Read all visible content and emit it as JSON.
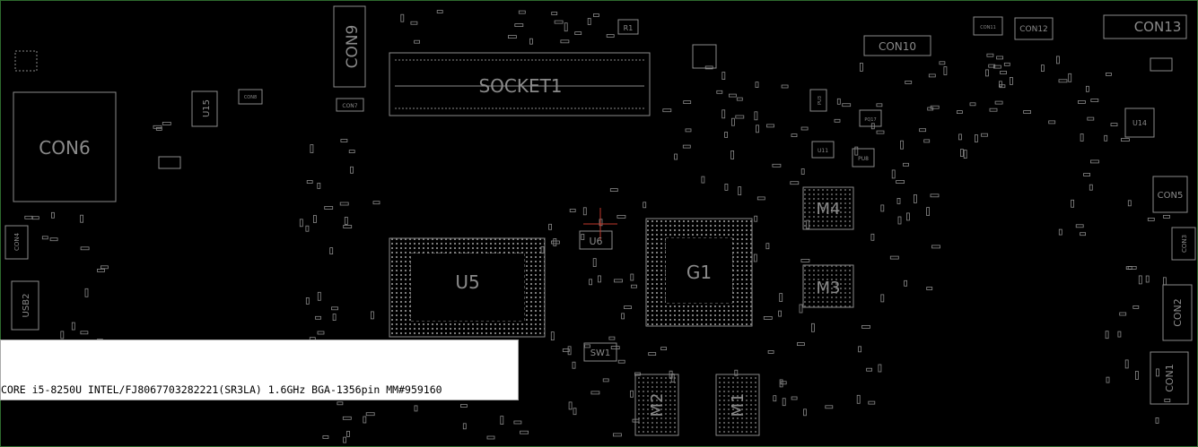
{
  "components": {
    "con6": "CON6",
    "con9": "CON9",
    "socket1": "SOCKET1",
    "con10": "CON10",
    "con12": "CON12",
    "con13": "CON13",
    "con11": "CON11",
    "u15": "U15",
    "u5": "U5",
    "u6": "U6",
    "g1": "G1",
    "m4": "M4",
    "m3": "M3",
    "m2": "M2",
    "m1": "M1",
    "sw1": "SW1",
    "con5": "CON5",
    "con2": "CON2",
    "con1": "CON1",
    "con4": "CON4",
    "con3": "CON3",
    "usb2": "USB2",
    "u14": "U14",
    "con7": "CON7",
    "con8": "CON8",
    "r1": "R1",
    "u11": "U11",
    "pu8": "PU8",
    "pq17": "PQ17",
    "pu3": "PU3"
  },
  "tooltip": {
    "text": "CORE i5-8250U INTEL/FJ8067703282221(SR3LA)  1.6GHz BGA-1356pin MM#959160"
  },
  "colors": {
    "background": "#000000",
    "outline": "#8a8a8a",
    "border": "#2d6a2d",
    "crosshair": "#c0392b"
  }
}
